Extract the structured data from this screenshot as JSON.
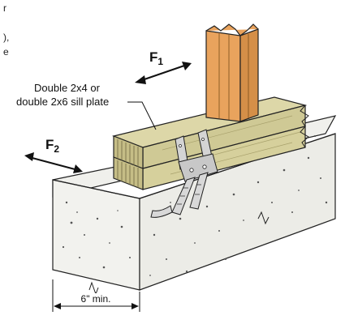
{
  "top_left_fragments": [
    "r",
    "),",
    "e"
  ],
  "labels": {
    "sill_plate_line1": "Double 2x4 or",
    "sill_plate_line2": "double 2x6 sill plate",
    "min_width": "6\" min."
  },
  "forces": {
    "f1_letter": "F",
    "f1_sub": "1",
    "f2_letter": "F",
    "f2_sub": "2"
  },
  "colors": {
    "post": "#e9a35d",
    "post_dark": "#c98640",
    "plate": "#d4ce9e",
    "plate_dark": "#b8b27c",
    "concrete": "#f2f2ee",
    "concrete_side": "#ebebe6",
    "outline": "#222222",
    "connector": "#c8c8c8"
  }
}
